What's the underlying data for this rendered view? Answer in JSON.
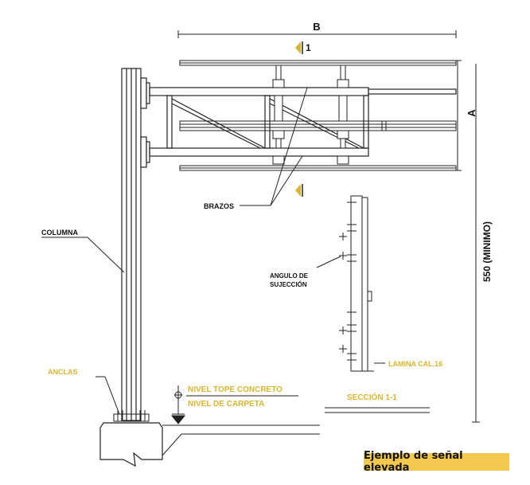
{
  "colors": {
    "line": "#222222",
    "accent": "#d9b531",
    "caption_bg": "#f2c94c",
    "text": "#111111"
  },
  "labels": {
    "dim_b": "B",
    "dim_a": "A",
    "section_mark": "1",
    "brazos": "BRAZOS",
    "columna": "COLUMNA",
    "angulo_line1": "ANGULO DE",
    "angulo_line2": "SUJECCIÓN",
    "minimo": "550 (MINIMO)",
    "lamina": "LAMINA CAL.16",
    "anclas": "ANCLAS",
    "nivel_tope": "NIVEL TOPE CONCRETO",
    "nivel_carpeta": "NIVEL DE CARPETA",
    "seccion": "SECCIÓN 1-1"
  },
  "caption": "Ejemplo de señal elevada"
}
